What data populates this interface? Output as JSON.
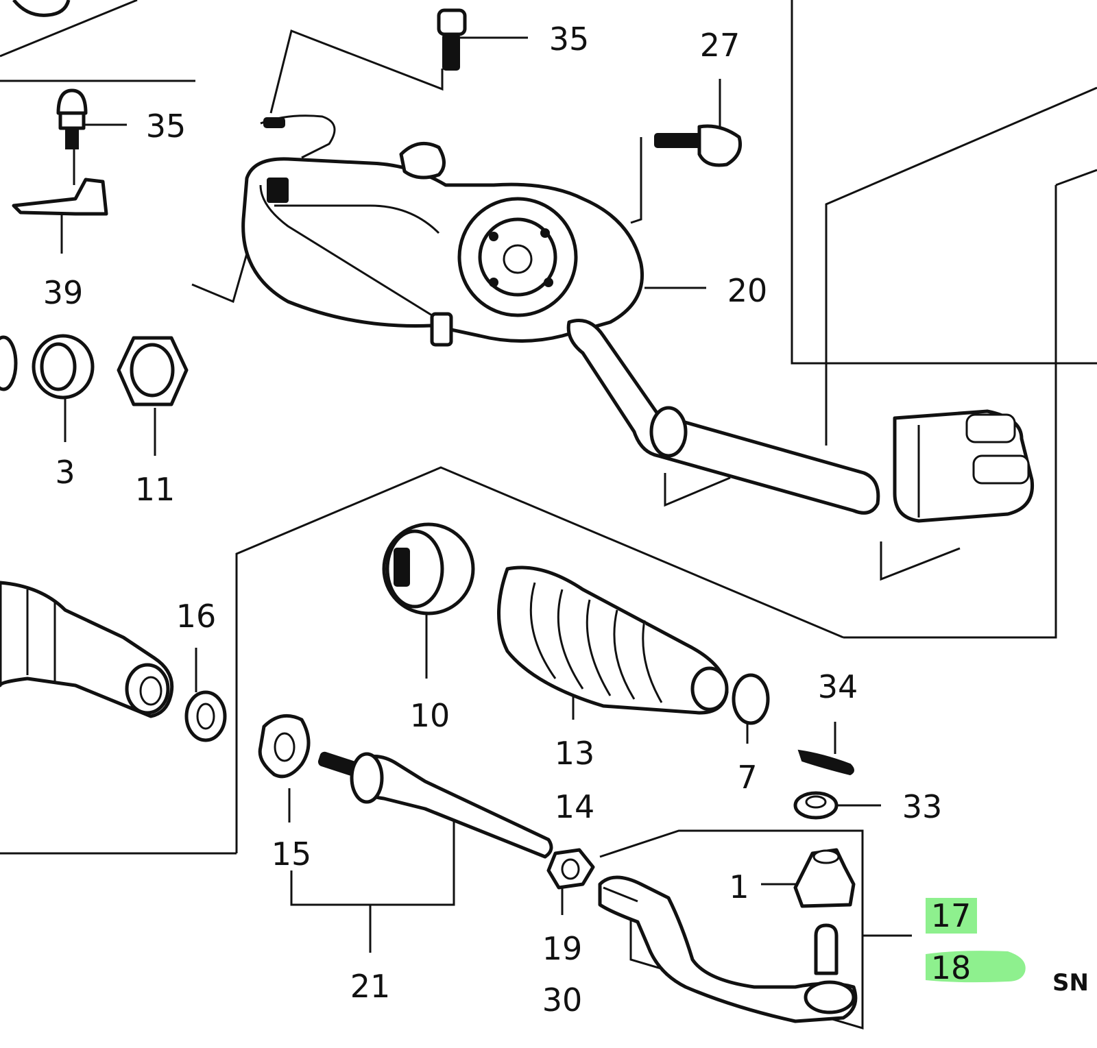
{
  "labels": {
    "l1": "1",
    "l3": "3",
    "l7": "7",
    "l10": "10",
    "l11": "11",
    "l13": "13",
    "l14": "14",
    "l15": "15",
    "l16": "16",
    "l17": "17",
    "l18": "18",
    "l19": "19",
    "l20": "20",
    "l21": "21",
    "l27": "27",
    "l30": "30",
    "l33": "33",
    "l34": "34",
    "l35a": "35",
    "l35b": "35",
    "l39": "39",
    "code": "SN"
  },
  "colors": {
    "highlight": "#8ef08e",
    "ink": "#111111"
  }
}
